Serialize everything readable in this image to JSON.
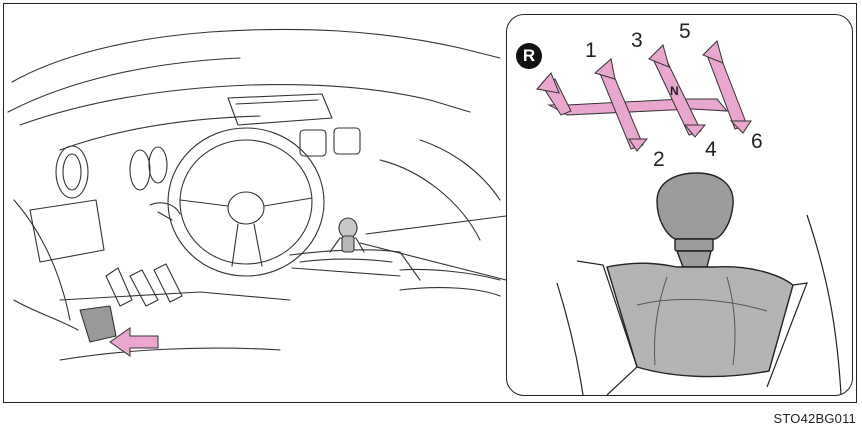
{
  "inset": {
    "reverse_label": "R",
    "neutral_label": "N",
    "gears": [
      "1",
      "2",
      "3",
      "4",
      "5",
      "6"
    ]
  },
  "figure_code": "STO42BG011",
  "colors": {
    "accent_pink": "#e9a6cf",
    "line": "#222222",
    "knob_gray": "#9c9c9c",
    "boot_gray": "#b4b4b4"
  }
}
